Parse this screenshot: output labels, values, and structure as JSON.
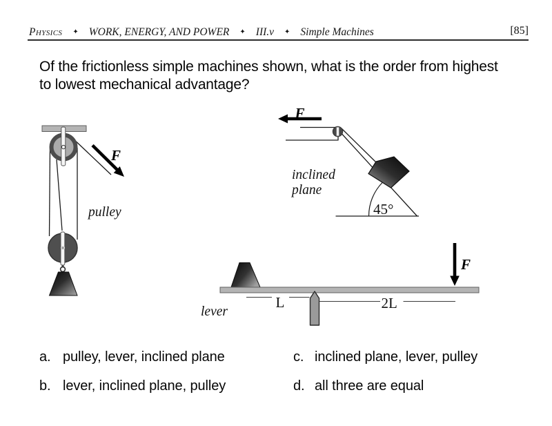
{
  "header": {
    "subject": "Physics",
    "separator": "✦",
    "chapter": "WORK, ENERGY, AND POWER",
    "section": "III.v",
    "topic": "Simple Machines",
    "page_number": "[85]"
  },
  "question": {
    "text": "Of the frictionless simple machines shown, what is the order from highest\nto lowest mechanical advantage?"
  },
  "diagrams": {
    "pulley": {
      "label": "pulley",
      "force_label": "F"
    },
    "inclined_plane": {
      "label_line1": "inclined",
      "label_line2": "plane",
      "force_label": "F",
      "angle_label": "45°"
    },
    "lever": {
      "label": "lever",
      "force_label": "F",
      "short_arm_label": "L",
      "long_arm_label": "2L"
    }
  },
  "choices": [
    {
      "letter": "a.",
      "text": "pulley, lever, inclined plane"
    },
    {
      "letter": "b.",
      "text": "lever, inclined plane, pulley"
    },
    {
      "letter": "c.",
      "text": "inclined plane, lever, pulley"
    },
    {
      "letter": "d.",
      "text": "all three are equal"
    }
  ],
  "colors": {
    "page_bg": "#ffffff",
    "text": "#000000",
    "metal_light": "#b4b4b4",
    "metal_dark": "#4f4f4f",
    "rule": "#2b2b2b"
  }
}
